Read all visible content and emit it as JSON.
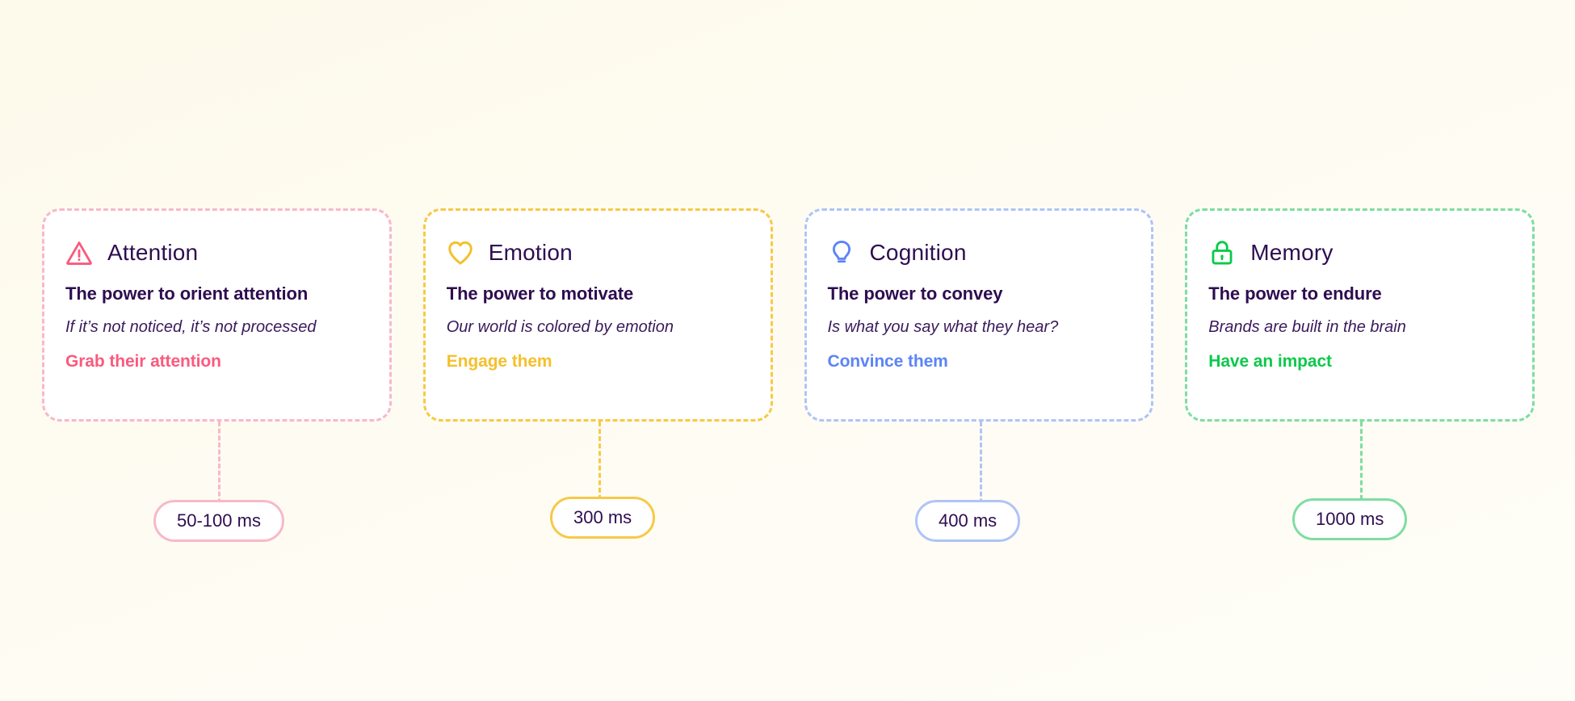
{
  "background": {
    "color": "#FEFCF0"
  },
  "palette": {
    "text_dark": "#2E0D50",
    "card_bg": "#FFFFFF"
  },
  "cards": [
    {
      "icon": "warning-triangle-icon",
      "title": "Attention",
      "power": "The power to orient attention",
      "subtitle": "If it’s not noticed, it’s not processed",
      "cta": "Grab their attention",
      "accent": "#FA5A7D",
      "border_color": "#F9B8C9",
      "badge": "50-100 ms",
      "badge_border": "#F9B8C9"
    },
    {
      "icon": "heart-icon",
      "title": "Emotion",
      "power": "The power to motivate",
      "subtitle": "Our world is colored by emotion",
      "cta": "Engage them",
      "accent": "#F5C02C",
      "border_color": "#F7C948",
      "badge": "300 ms",
      "badge_border": "#F7C948"
    },
    {
      "icon": "lightbulb-icon",
      "title": "Cognition",
      "power": "The power to convey",
      "subtitle": "Is what you say what they hear?",
      "cta": "Convince them",
      "accent": "#5B84F5",
      "border_color": "#AFC4F7",
      "badge": "400 ms",
      "badge_border": "#AFC4F7"
    },
    {
      "icon": "padlock-icon",
      "title": "Memory",
      "power": "The power to endure",
      "subtitle": "Brands are built in the brain",
      "cta": "Have an impact",
      "accent": "#0CC94A",
      "border_color": "#7FDDA0",
      "badge": "1000 ms",
      "badge_border": "#7FDDA0"
    }
  ]
}
